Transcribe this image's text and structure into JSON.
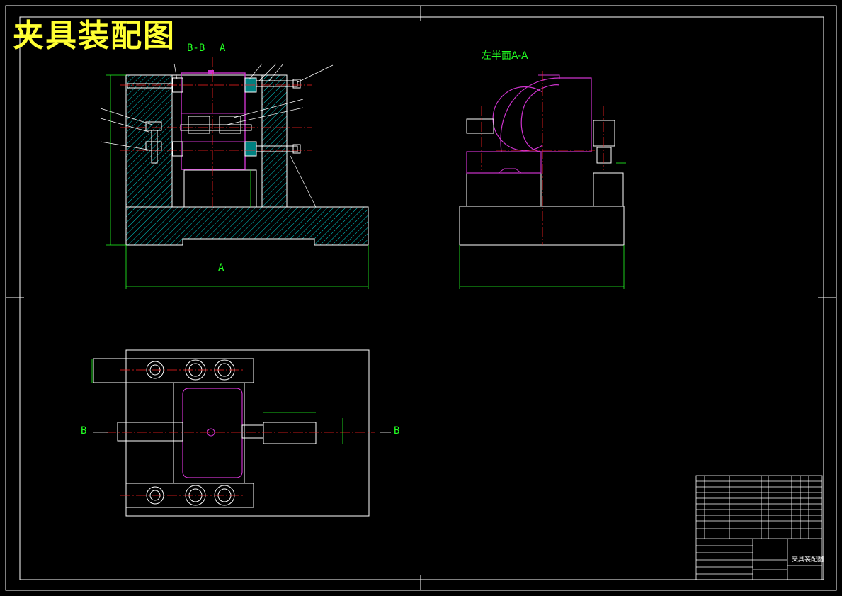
{
  "drawing": {
    "title": "夹具装配图",
    "section_bb_label": "B-B",
    "section_a_label_top": "A",
    "section_a_label_bottom": "A",
    "left_view_label": "左半面A-A",
    "b_label_left": "B",
    "b_label_right": "B",
    "titleblock_name": "夹具装配图"
  },
  "colors": {
    "background": "#000000",
    "outline": "#ffffff",
    "hatch": "#00cccc",
    "centerline": "#ff2222",
    "magenta": "#cc33cc",
    "dimension": "#22ff22",
    "title": "#ffff33"
  }
}
